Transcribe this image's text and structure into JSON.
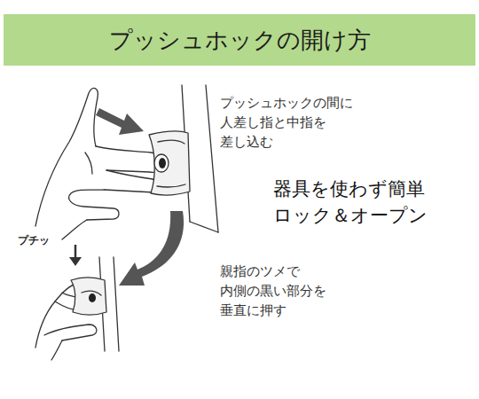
{
  "diagram": {
    "title": "プッシュホックの開け方",
    "labels": [
      "プッシュホックの間に 人差し指と中指を 差し込む",
      "器具を使わず簡単 ロック＆オープン",
      "親指のツメで 内側の黒い部分を 垂直に押す",
      "プチッ"
    ]
  }
}
